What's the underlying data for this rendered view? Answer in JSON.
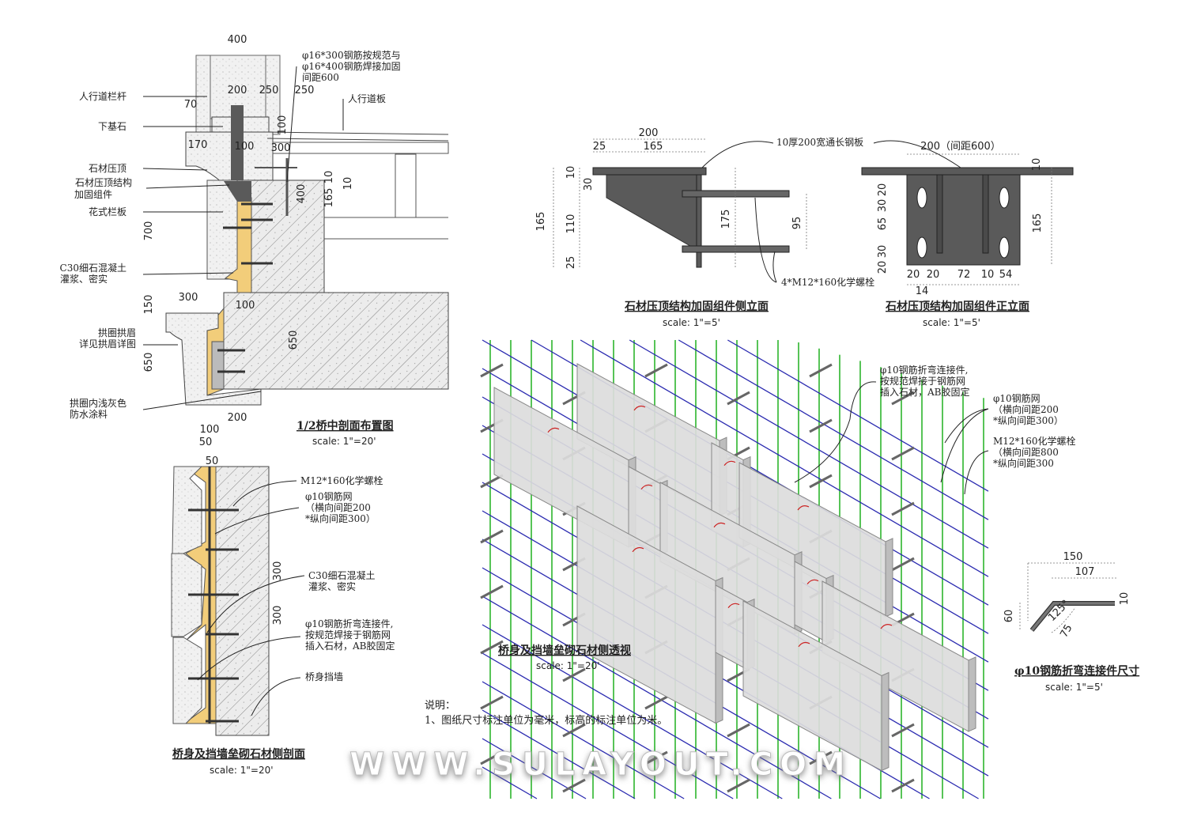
{
  "section_main": {
    "title": "1/2桥中剖面布置图",
    "scale": "scale: 1\"=20'",
    "labels": [
      "人行道栏杆",
      "下基石",
      "石材压顶",
      "石材压顶结构",
      "加固组件",
      "花式栏板",
      "C30细石混凝土",
      "灌浆、密实",
      "拱圈拱眉",
      "详见拱眉详图",
      "拱圈内浅灰色",
      "防水涂料"
    ],
    "right_labels": [
      "φ16*300钢筋按规范与",
      "φ16*400钢筋焊接加固",
      "间距600",
      "人行道板"
    ],
    "dims": [
      "400",
      "200",
      "250",
      "250",
      "70",
      "100",
      "170",
      "100",
      "300",
      "10",
      "10",
      "165",
      "400",
      "700",
      "150",
      "300",
      "100",
      "650",
      "650",
      "200"
    ]
  },
  "side_elevation": {
    "title": "石材压顶结构加固组件侧立面",
    "scale": "scale: 1\"=5'",
    "plate_label": "10厚200宽通长钢板",
    "bolt_label": "4*M12*160化学螺栓",
    "dims": [
      "200",
      "25",
      "165",
      "10",
      "30",
      "165",
      "110",
      "25",
      "175",
      "95"
    ]
  },
  "front_elevation": {
    "title": "石材压顶结构加固组件正立面",
    "scale": "scale: 1\"=5'",
    "dims": [
      "200（间距600）",
      "10",
      "20",
      "30",
      "65",
      "30",
      "20",
      "165",
      "20",
      "20",
      "72",
      "10",
      "54",
      "14"
    ]
  },
  "wall_section": {
    "title": "桥身及挡墙垒砌石材侧剖面",
    "scale": "scale: 1\"=20'",
    "labels": [
      "M12*160化学螺栓",
      "φ10钢筋网",
      "（横向间距200",
      "*纵向间距300）",
      "C30细石混凝土",
      "灌浆、密实",
      "φ10钢筋折弯连接件,",
      "按规范焊接于钢筋网",
      "插入石材，AB胶固定",
      "桥身挡墙"
    ],
    "dims": [
      "100",
      "50",
      "50",
      "300",
      "300"
    ]
  },
  "perspective": {
    "title": "桥身及挡墙垒砌石材侧透视",
    "scale": "scale: 1\"=20'",
    "labels": [
      "φ10钢筋折弯连接件,",
      "按规范焊接于钢筋网",
      "插入石材，AB胶固定",
      "φ10钢筋网",
      "（横向间距200",
      "*纵向间距300）",
      "M12*160化学螺栓",
      "（横向间距800",
      "*纵向间距300"
    ],
    "colors": {
      "mesh_vertical": "#2db52d",
      "mesh_horizontal": "#2a2ab0",
      "stone": "#dcdcdc",
      "connector": "#cc2222"
    }
  },
  "connector": {
    "title": "φ10钢筋折弯连接件尺寸",
    "scale": "scale: 1\"=5'",
    "dims": [
      "150",
      "107",
      "10",
      "60",
      "125°",
      "75"
    ]
  },
  "notes": {
    "heading": "说明：",
    "items": [
      "1、图纸尺寸标注单位为毫米，标高的标注单位为米。"
    ]
  },
  "watermark": "WWW.SULAYOUT.COM",
  "colors": {
    "grout": "#f2cd7a",
    "steel": "#5a5a5a",
    "concrete": "#e6e6e6"
  }
}
